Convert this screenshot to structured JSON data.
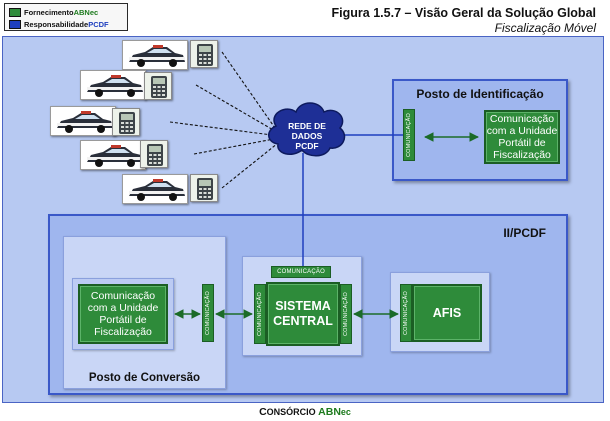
{
  "legend": {
    "items": [
      {
        "prefix": "Fornecimento ",
        "highlight": "ABNec",
        "swatch": "#2e8b3a",
        "highlight_color": "#1d7a1d"
      },
      {
        "prefix": "Responsabilidade ",
        "highlight": "PCDF",
        "swatch": "#1f3fbf",
        "highlight_color": "#1f3fbf"
      }
    ]
  },
  "header": {
    "title": "Figura 1.5.7 – Visão Geral da Solução Global",
    "subtitle": "Fiscalização Móvel"
  },
  "network": {
    "line1": "REDE DE",
    "line2": "DADOS",
    "line3": "PCDF"
  },
  "identificacao": {
    "title": "Posto de Identificação",
    "comm_label": "COMUNICAÇÃO",
    "module": {
      "line1": "Comunicação",
      "line2": "com a Unidade",
      "line3": "Portátil de",
      "line4": "Fiscalização"
    }
  },
  "iipcdf": {
    "title": "II/PCDF",
    "sistema": {
      "line1": "SISTEMA",
      "line2": "CENTRAL",
      "top_comm": "COMUNICAÇÃO",
      "left_comm": "COMUNICAÇÃO",
      "right_comm": "COMUNICAÇÃO"
    },
    "afis": {
      "label": "AFIS",
      "comm": "COMUNICAÇÃO"
    }
  },
  "conversao": {
    "title": "Posto de Conversão",
    "comm_label": "COMUNICAÇÃO",
    "module": {
      "line1": "Comunicação",
      "line2": "com a Unidade",
      "line3": "Portátil de",
      "line4": "Fiscalização"
    }
  },
  "footer": {
    "c": "C",
    "rest": "ONSÓRCIO ",
    "brand": "ABN",
    "brand_rest": "ec"
  },
  "icons": {
    "car": "police-car-icon",
    "device": "handheld-device-icon"
  },
  "colors": {
    "green": "#2e8b3a",
    "blue_border": "#3a58c8",
    "canvas": "#b7c9f2",
    "link": "#1f3fbf"
  }
}
